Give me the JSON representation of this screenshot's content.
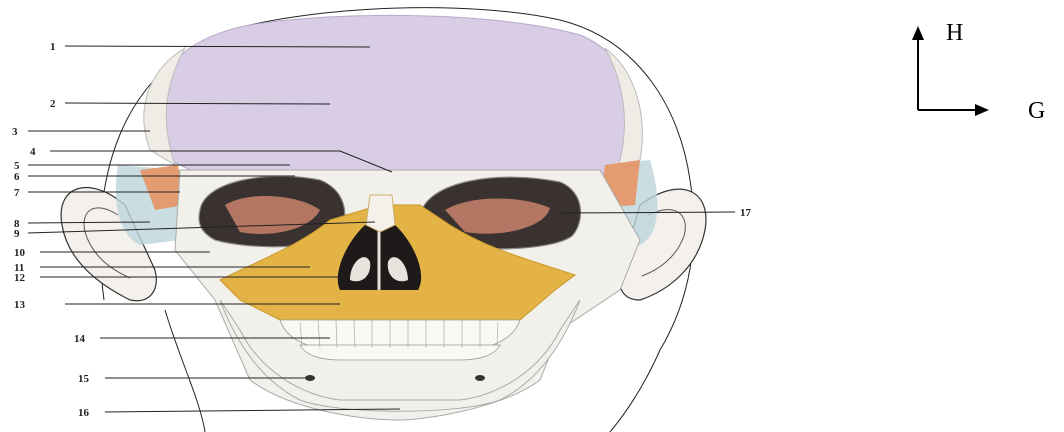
{
  "labels": [
    "1",
    "2",
    "3",
    "4",
    "5",
    "6",
    "7",
    "8",
    "9",
    "10",
    "11",
    "12",
    "13",
    "14",
    "15",
    "16",
    "17"
  ],
  "orientation": {
    "up": "H",
    "right": "G"
  }
}
